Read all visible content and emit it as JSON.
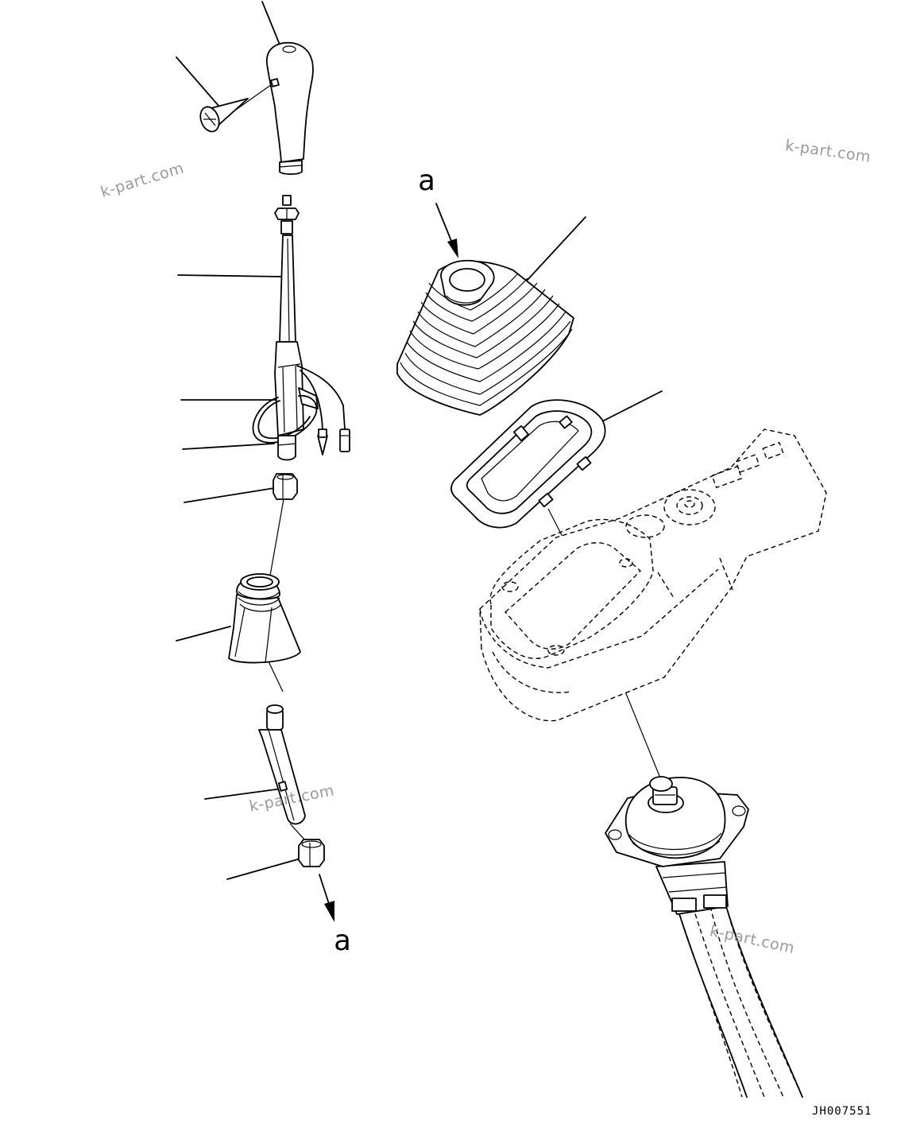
{
  "callout_letters": {
    "upper": "a",
    "lower": "a"
  },
  "watermarks": [
    "k-part.com",
    "k-part.com",
    "k-part.com",
    "k-part.com"
  ],
  "drawing_code": "JH007551"
}
